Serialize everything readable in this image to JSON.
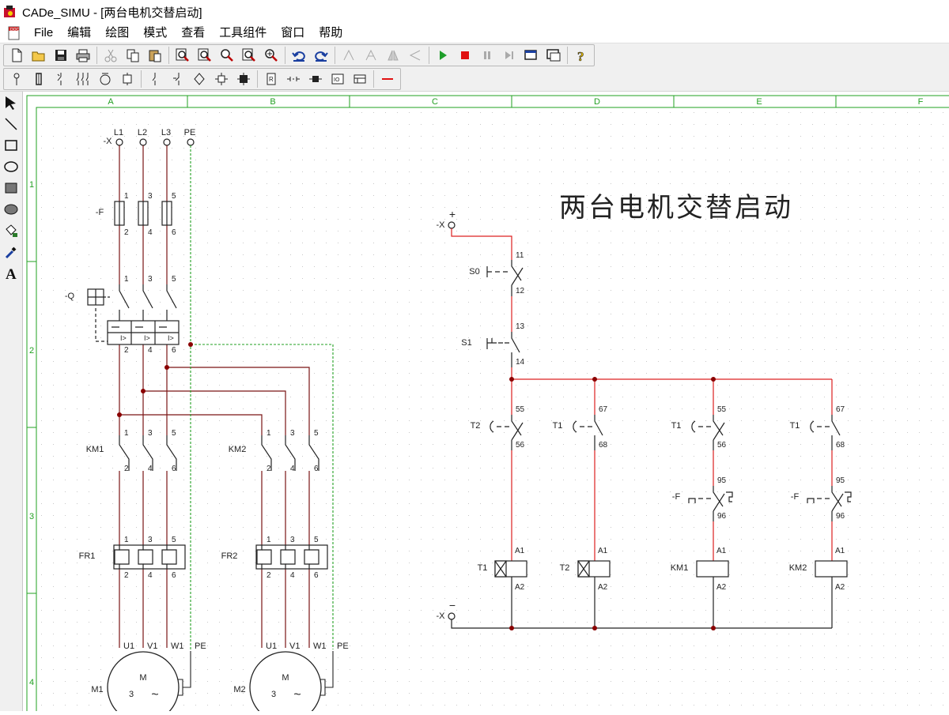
{
  "window": {
    "title": "CADe_SIMU - [两台电机交替启动]"
  },
  "menu": {
    "items": [
      "File",
      "编辑",
      "绘图",
      "模式",
      "查看",
      "工具组件",
      "窗口",
      "帮助"
    ]
  },
  "toolbar1": {
    "icons": [
      "new-file-icon",
      "open-folder-icon",
      "save-icon",
      "print-icon",
      "cut-icon",
      "copy-icon",
      "paste-icon",
      "zoom-in-icon",
      "zoom-out-icon",
      "zoom-window-icon",
      "zoom-all-icon",
      "pan-icon",
      "undo-icon",
      "redo-icon",
      "rotate-left-icon",
      "rotate-right-icon",
      "mirror-h-icon",
      "mirror-v-icon",
      "play-icon",
      "stop-icon",
      "pause-icon",
      "step-icon",
      "window-icon",
      "screen-icon",
      "help-icon"
    ]
  },
  "toolbar2": {
    "icons": [
      "power-source-icon",
      "fuse-icon",
      "disconnector-icon",
      "breaker-3p-icon",
      "motor-protector-icon",
      "relay-icon",
      "contact-no-icon",
      "contact-nc-icon",
      "pushbutton-icon",
      "coil-icon",
      "timer-coil-icon",
      "sensor-icon",
      "switch-icon",
      "terminal-icon",
      "plc-icon",
      "lamp-icon",
      "wire-icon"
    ]
  },
  "lefttools": {
    "icons": [
      "pointer-icon",
      "line-icon",
      "rectangle-icon",
      "ellipse-icon",
      "filled-rectangle-icon",
      "filled-ellipse-icon",
      "fill-bucket-icon",
      "eyedropper-icon",
      "text-icon"
    ]
  },
  "drawing": {
    "title": "两台电机交替启动",
    "columns": [
      "A",
      "B",
      "C",
      "D",
      "E",
      "F"
    ],
    "rows": [
      "1",
      "2",
      "3",
      "4"
    ],
    "supply_labels": [
      "L1",
      "L2",
      "L3",
      "PE"
    ],
    "terminal_x": "-X",
    "fuse_label": "-F",
    "breaker_label": "-Q",
    "km1": "KM1",
    "km2": "KM2",
    "fr1": "FR1",
    "fr2": "FR2",
    "m1": "M1",
    "m2": "M2",
    "motor_m": "M",
    "motor_3": "3",
    "motor_tilde": "~",
    "motor_terms": [
      "U1",
      "V1",
      "W1",
      "PE"
    ],
    "pins_top": [
      "1",
      "3",
      "5"
    ],
    "pins_bot": [
      "2",
      "4",
      "6"
    ],
    "trip": "I>",
    "plus": "+",
    "minus": "−",
    "s0": "S0",
    "s1": "S1",
    "s0_pins": [
      "11",
      "12"
    ],
    "s1_pins": [
      "13",
      "14"
    ],
    "t1": "T1",
    "t2": "T2",
    "nc_pins": [
      "55",
      "56"
    ],
    "no_pins": [
      "67",
      "68"
    ],
    "ol_pins": [
      "95",
      "96"
    ],
    "coil_pins": [
      "A1",
      "A2"
    ],
    "ctrl_f": "-F"
  },
  "colors": {
    "live_wire": "#dd2020",
    "neutral_wire": "#7a1515",
    "pe_wire": "#22a022",
    "grid_border": "#22a022",
    "junction": "#8a0000"
  }
}
